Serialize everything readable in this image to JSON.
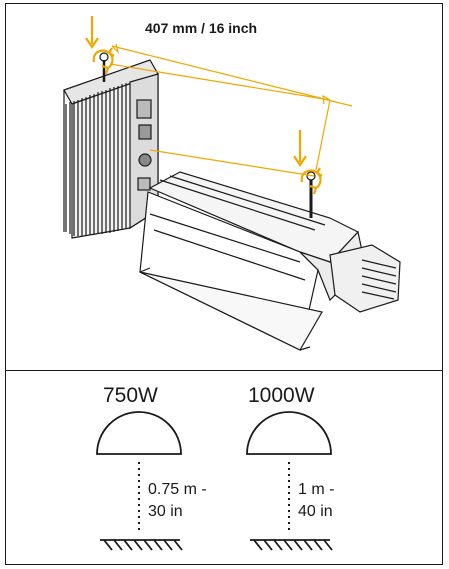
{
  "dimension_label": "407 mm / 16 inch",
  "colors": {
    "accent": "#F0A800",
    "line": "#1a1a1a"
  },
  "options": [
    {
      "wattage": "750W",
      "distance_line1": "0.75 m -",
      "distance_line2": "30 in"
    },
    {
      "wattage": "1000W",
      "distance_line1": "1 m -",
      "distance_line2": "40 in"
    }
  ]
}
